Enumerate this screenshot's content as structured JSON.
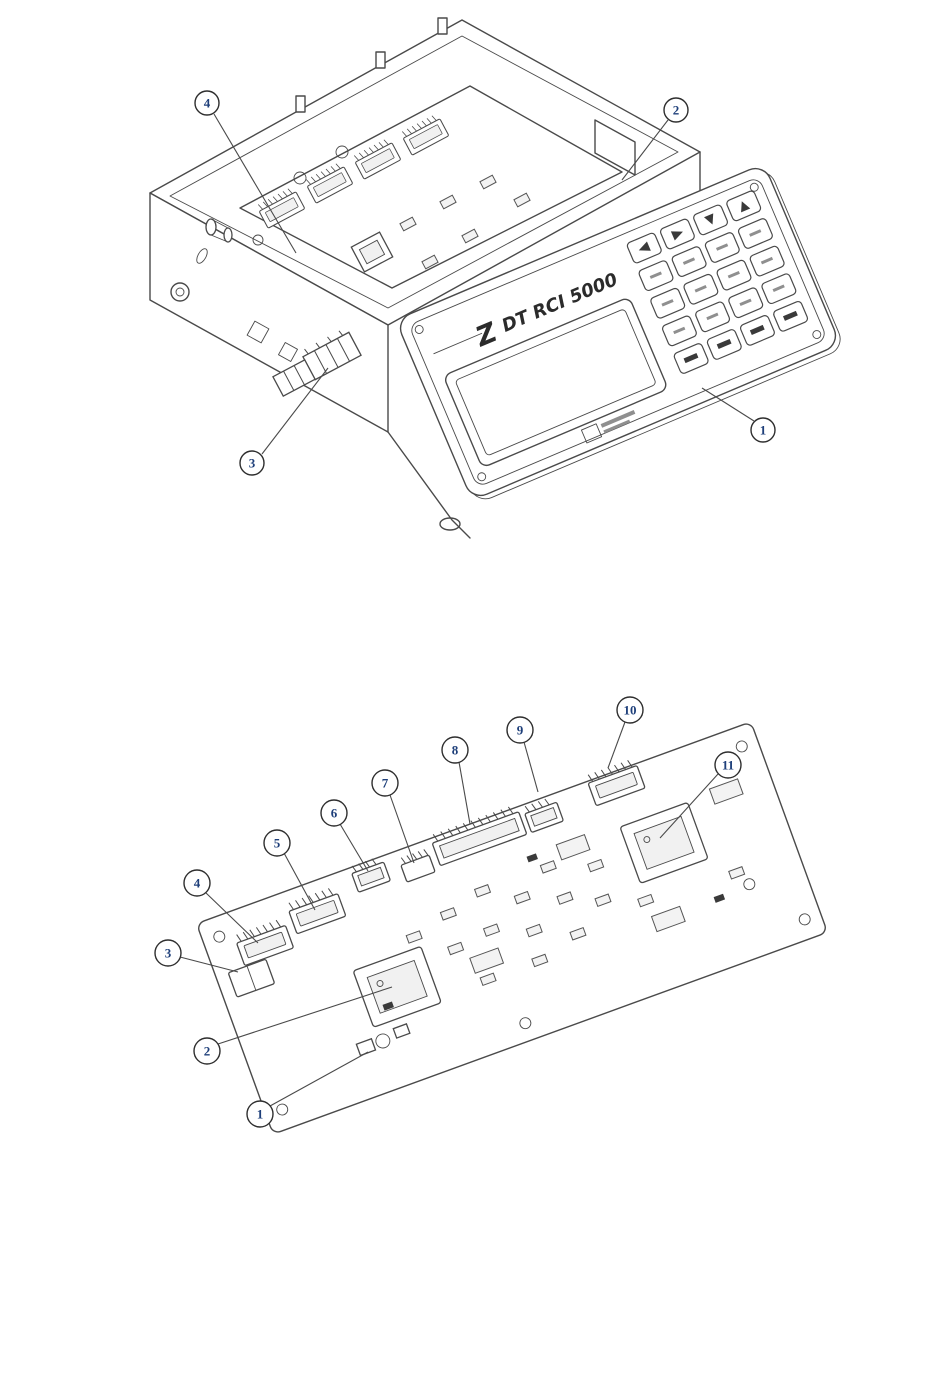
{
  "document": {
    "kind": "exploded-parts-diagram",
    "background": "#ffffff"
  },
  "colors": {
    "line": "#4a4a4a",
    "callout_ring": "#2e2e2e",
    "callout_number": "#1e3f7a",
    "component_fill": "#f1f1f1",
    "panel_fill": "#ffffff",
    "dark_mark": "#3a3a3a"
  },
  "top_diagram": {
    "device_label": "DT RCI 5000",
    "callouts": [
      {
        "label": "4"
      },
      {
        "label": "2"
      },
      {
        "label": "3"
      },
      {
        "label": "1"
      }
    ]
  },
  "bottom_diagram": {
    "callouts": [
      {
        "label": "1"
      },
      {
        "label": "2"
      },
      {
        "label": "3"
      },
      {
        "label": "4"
      },
      {
        "label": "5"
      },
      {
        "label": "6"
      },
      {
        "label": "7"
      },
      {
        "label": "8"
      },
      {
        "label": "9"
      },
      {
        "label": "10"
      },
      {
        "label": "11"
      }
    ]
  }
}
